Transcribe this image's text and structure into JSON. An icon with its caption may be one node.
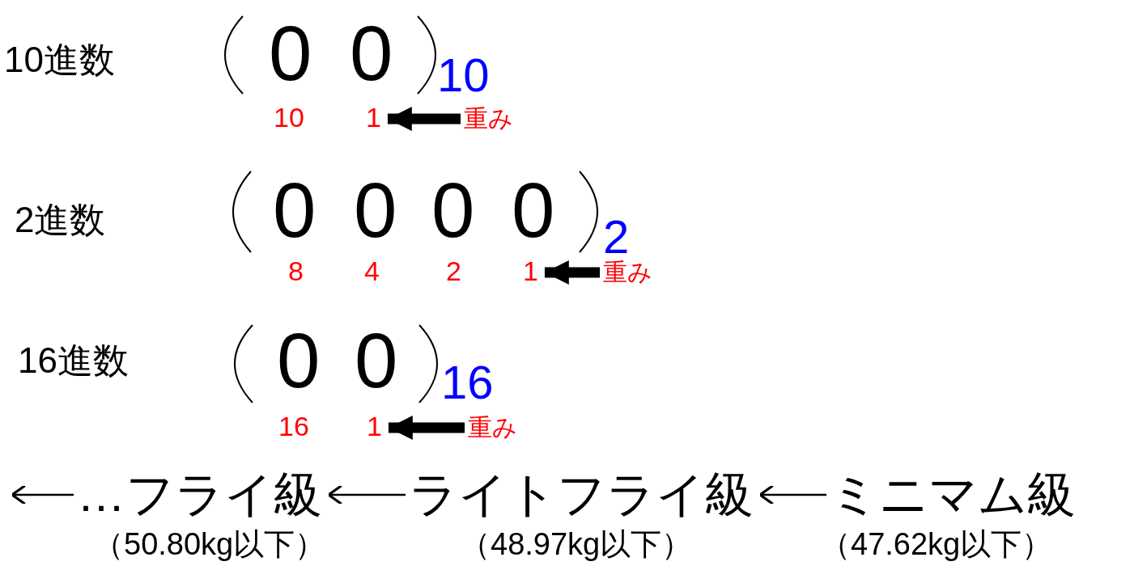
{
  "diagram": {
    "nodes": [
      {
        "text": [
          "1"
        ]
      },
      {
        "text": [
          "重み"
        ]
      },
      {
        "text": [
          "1"
        ]
      },
      {
        "text": [
          "重み"
        ]
      },
      {
        "text": [
          "1"
        ]
      },
      {
        "text": [
          "重み"
        ]
      },
      {
        "text": [
          "…フライ級"
        ],
        "beside": [
          "（50.80kg以下）"
        ]
      },
      {
        "text": [
          "ライトフライ級"
        ],
        "beside": [
          "（48.97kg以下）"
        ]
      },
      {
        "text": [
          "ミニマム級"
        ],
        "beside": [
          "（47.62kg以下）"
        ]
      }
    ],
    "edges": [
      {
        "from": 1,
        "to": 0,
        "arrow": "to",
        "style": "thick"
      },
      {
        "from": 3,
        "to": 2,
        "arrow": "to",
        "style": "thick"
      },
      {
        "from": 5,
        "to": 4,
        "arrow": "to",
        "style": "thick"
      },
      {
        "from": 8,
        "to": 7,
        "arrow": "to"
      },
      {
        "from": 7,
        "to": 6,
        "arrow": "to"
      },
      {
        "from": 6,
        "to": null,
        "arrow": "to"
      }
    ],
    "labels": [
      "10進数",
      "0",
      "0",
      "10",
      "10",
      "2進数",
      "0",
      "0",
      "0",
      "0",
      "2",
      "8",
      "4",
      "2",
      "16進数",
      "0",
      "0",
      "16",
      "16"
    ]
  }
}
